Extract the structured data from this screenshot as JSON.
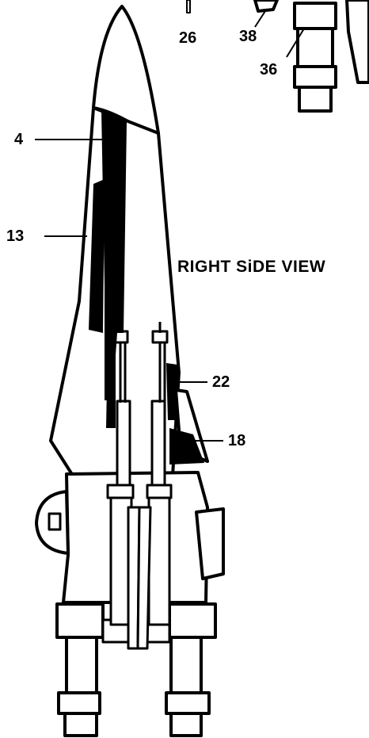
{
  "view_title": "RIGHT SiDE VIEW",
  "callouts": [
    {
      "id": "c4",
      "text": "4"
    },
    {
      "id": "c13",
      "text": "13"
    },
    {
      "id": "c22",
      "text": "22"
    },
    {
      "id": "c18",
      "text": "18"
    },
    {
      "id": "c26",
      "text": "26"
    },
    {
      "id": "c38",
      "text": "38"
    },
    {
      "id": "c36",
      "text": "36"
    }
  ],
  "colors": {
    "ink": "#000000",
    "paper": "#ffffff"
  }
}
